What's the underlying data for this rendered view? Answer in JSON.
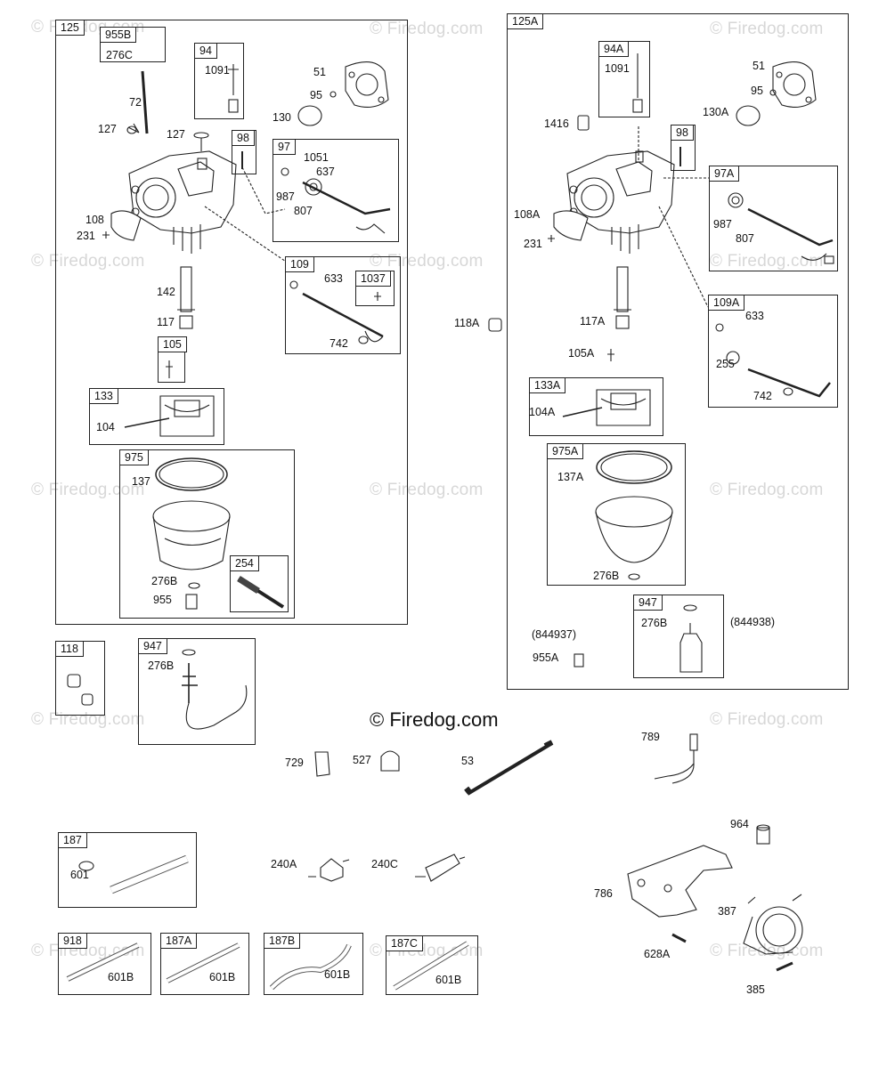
{
  "watermark": {
    "text": "© Firedog.com"
  },
  "brand": {
    "text": "© Firedog.com"
  },
  "assemblies": {
    "a125": "125",
    "a955b": "955B",
    "a276c": "276C",
    "a94": "94",
    "a98": "98",
    "a97": "97",
    "a109": "109",
    "a1037": "1037",
    "a105": "105",
    "a133": "133",
    "a975": "975",
    "a254": "254",
    "a125a": "125A",
    "a94a": "94A",
    "a98b": "98",
    "a97a": "97A",
    "a109a": "109A",
    "a133a": "133A",
    "a975a": "975A",
    "a947b": "947",
    "a118": "118",
    "a947": "947",
    "a187": "187",
    "a918": "918",
    "a187a": "187A",
    "a187b": "187B",
    "a187c": "187C"
  },
  "labels": {
    "l1091": "1091",
    "l51": "51",
    "l95": "95",
    "l130": "130",
    "l72": "72",
    "l127a": "127",
    "l127b": "127",
    "l1051": "1051",
    "l637": "637",
    "l987": "987",
    "l807": "807",
    "l108": "108",
    "l231": "231",
    "l142": "142",
    "l633": "633",
    "l117": "117",
    "l742": "742",
    "l104": "104",
    "l137": "137",
    "l276b": "276B",
    "l955": "955",
    "r1091": "1091",
    "r51": "51",
    "r95": "95",
    "r130a": "130A",
    "r1416": "1416",
    "r987": "987",
    "r807": "807",
    "r108a": "108A",
    "r231": "231",
    "r117a": "117A",
    "r118a": "118A",
    "r633": "633",
    "r105a": "105A",
    "r255": "255",
    "r742": "742",
    "r104a": "104A",
    "r137a": "137A",
    "r276b": "276B",
    "r844937": "(844937)",
    "r955a": "955A",
    "r276b2": "276B",
    "r844938": "(844938)",
    "b276b": "276B",
    "b729": "729",
    "b527": "527",
    "b53": "53",
    "b789": "789",
    "b601": "601",
    "b240a": "240A",
    "b240c": "240C",
    "b964": "964",
    "b786": "786",
    "b387": "387",
    "b628a": "628A",
    "b385": "385",
    "b601b1": "601B",
    "b601b2": "601B",
    "b601b3": "601B",
    "b601b4": "601B"
  }
}
